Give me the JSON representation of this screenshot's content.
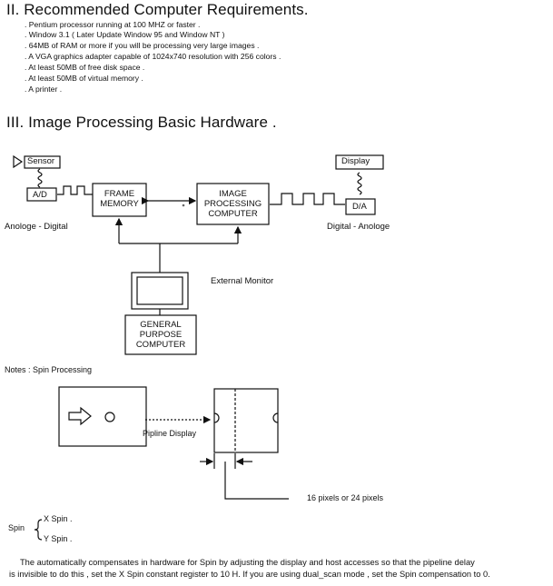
{
  "section2": {
    "title": "II. Recommended Computer Requirements.",
    "items": [
      ". Pentium processor running at 100 MHZ or faster .",
      ". Window 3.1 ( Later Update Window 95 and Window NT )",
      ". 64MB of RAM or more if you will be processing very large images .",
      ". A VGA graphics adapter capable of 1024x740 resolution with 256 colors .",
      ". At least 50MB of free disk space .",
      ". At least 50MB of virtual memory .",
      ". A printer ."
    ]
  },
  "section3": {
    "title": "III. Image Processing Basic Hardware .",
    "diagram": {
      "sensor": "Sensor",
      "ad": "A/D",
      "frame_memory": [
        "FRAME",
        "MEMORY"
      ],
      "ipc": [
        "IMAGE",
        "PROCESSING",
        "COMPUTER"
      ],
      "display": "Display",
      "da": "D/A",
      "analog_digital": "Anologe - Digital",
      "digital_analog": "Digital - Anologe",
      "external_monitor": "External Monitor",
      "gpc": [
        "GENERAL",
        "PURPOSE",
        "COMPUTER"
      ]
    }
  },
  "notes": {
    "title": "Notes : Spin Processing",
    "pipeline_display": "Pipline Display",
    "pixels": "16 pixels or 24 pixels",
    "spin": "Spin",
    "x_spin": "X Spin .",
    "y_spin": "Y Spin ."
  },
  "paragraph": {
    "line1": "The automatically compensates in hardware for Spin by adjusting the display and host accesses so that the pipeline delay",
    "line2": "is invisible to do this , set the X Spin constant register to 10 H. If you are using dual_scan mode , set the Spin compensation to 0."
  }
}
